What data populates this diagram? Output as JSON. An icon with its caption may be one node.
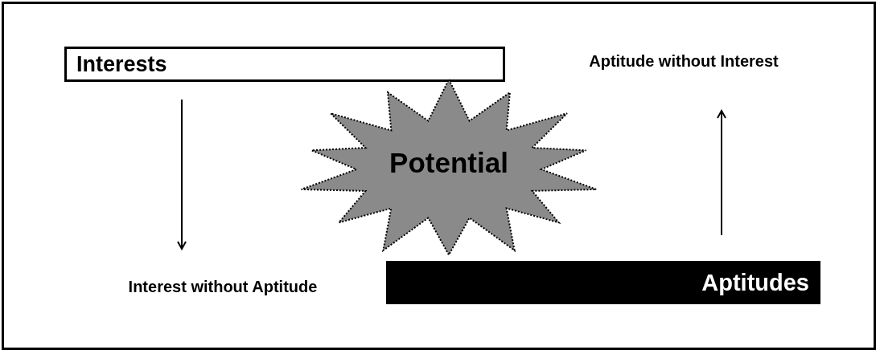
{
  "diagram": {
    "nodes": [
      {
        "text": [
          "Interests"
        ]
      },
      {
        "text": [
          "Aptitude without Interest"
        ]
      },
      {
        "text": [
          "Potential"
        ]
      },
      {
        "text": [
          "Interest without Aptitude"
        ]
      },
      {
        "text": [
          "Aptitudes"
        ]
      }
    ],
    "edges": [
      {
        "from": 0,
        "to": 3,
        "arrow": "to"
      },
      {
        "from": 4,
        "to": 1,
        "arrow": "to"
      }
    ]
  }
}
